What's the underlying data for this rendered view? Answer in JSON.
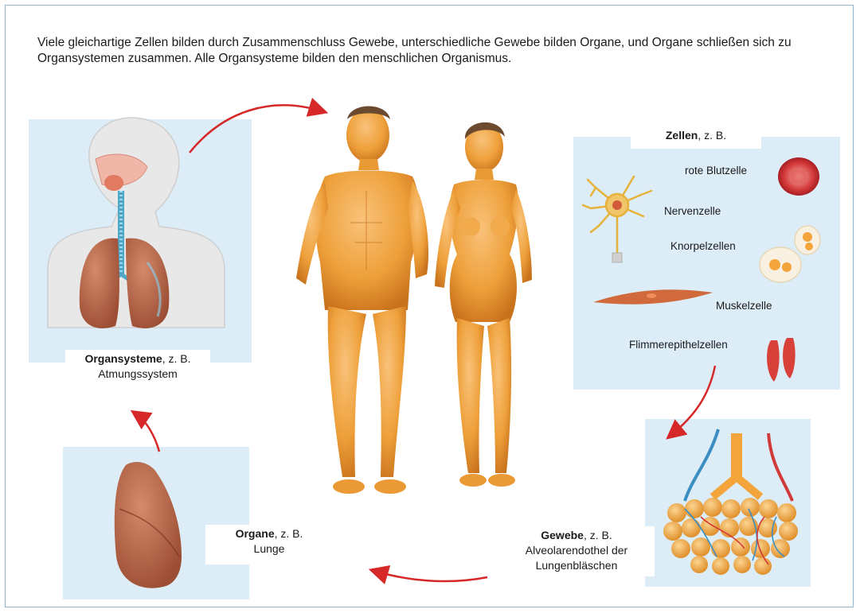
{
  "intro_text": "Viele gleichartige Zellen bilden durch Zusammenschluss Gewebe, unterschiedliche Gewebe bilden Organe, und Organe schließen sich zu Organsystemen zusammen. Alle Organsysteme bilden den menschlichen Organismus.",
  "organsysteme": {
    "title": "Organsysteme",
    "suffix": ", z. B.",
    "example": "Atmungssystem"
  },
  "organe": {
    "title": "Organe",
    "suffix": ", z. B.",
    "example": "Lunge"
  },
  "gewebe": {
    "title": "Gewebe",
    "suffix": ", z. B.",
    "example_line1": "Alveolarendothel der",
    "example_line2": "Lungenbläschen"
  },
  "zellen": {
    "title": "Zellen",
    "suffix": ", z. B.",
    "items": [
      "rote Blutzelle",
      "Nervenzelle",
      "Knorpelzellen",
      "Muskelzelle",
      "Flimmerepithelzellen"
    ]
  },
  "colors": {
    "panel": "#dcedf8",
    "border": "#8fb4cf",
    "arrow": "#d62828",
    "skin": "#f0a33c",
    "blood": "#c8202a"
  }
}
